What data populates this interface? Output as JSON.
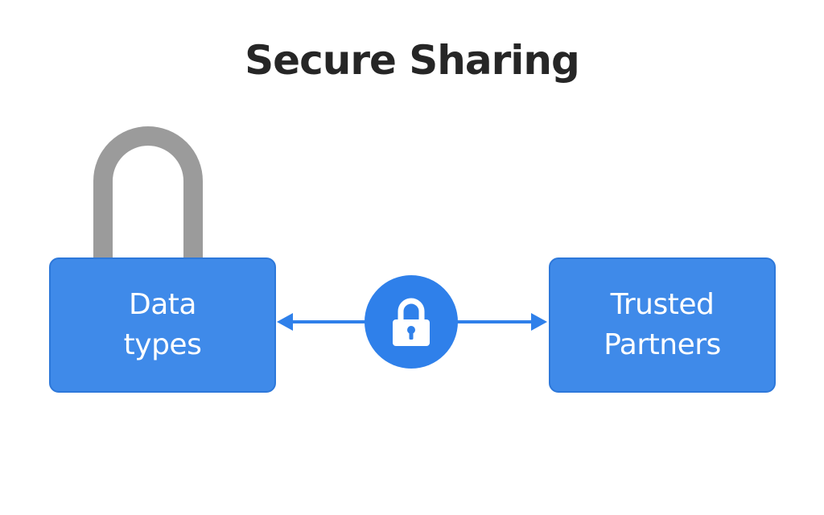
{
  "title": "Secure Sharing",
  "nodes": {
    "left": {
      "label": "Data\ntypes"
    },
    "right": {
      "label": "Trusted\nPartners"
    }
  },
  "connector": {
    "icon": "lock-icon",
    "direction": "bidirectional"
  },
  "colors": {
    "box_fill": "#3f8ae9",
    "lock_circle": "#2f80ea",
    "arrow": "#2f80ea",
    "shackle": "#9b9b9b",
    "title_text": "#262626",
    "box_text": "#ffffff"
  }
}
